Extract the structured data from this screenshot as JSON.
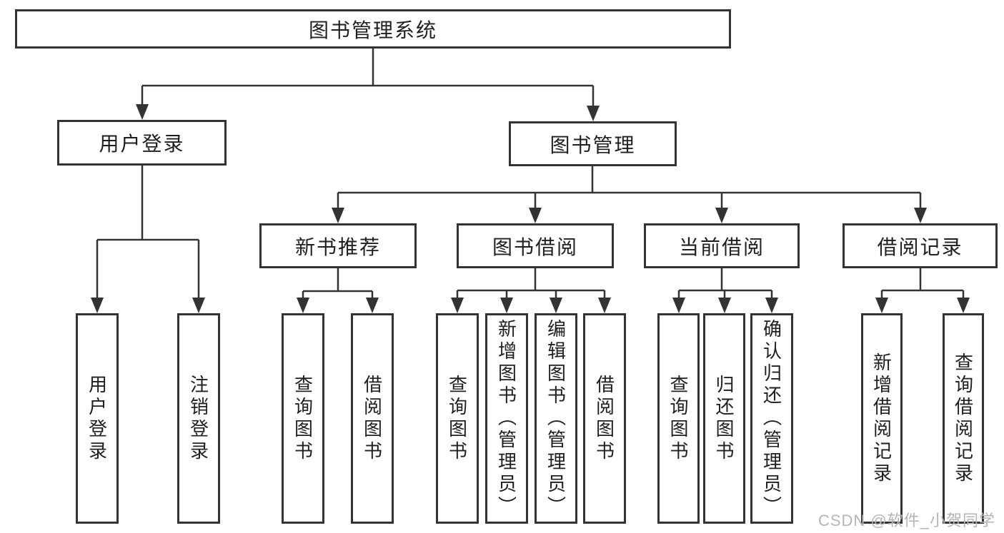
{
  "diagram": {
    "root": {
      "label": "图书管理系统"
    },
    "branches": [
      {
        "label": "用户登录",
        "children": [
          {
            "label": "用户登录"
          },
          {
            "label": "注销登录"
          }
        ]
      },
      {
        "label": "图书管理",
        "children": [
          {
            "label": "新书推荐",
            "children": [
              {
                "label": "查询图书"
              },
              {
                "label": "借阅图书"
              }
            ]
          },
          {
            "label": "图书借阅",
            "children": [
              {
                "label": "查询图书"
              },
              {
                "label": "新增图书（管理员）"
              },
              {
                "label": "编辑图书（管理员）"
              },
              {
                "label": "借阅图书"
              }
            ]
          },
          {
            "label": "当前借阅",
            "children": [
              {
                "label": "查询图书"
              },
              {
                "label": "归还图书"
              },
              {
                "label": "确认归还（管理员）"
              }
            ]
          },
          {
            "label": "借阅记录",
            "children": [
              {
                "label": "新增借阅记录"
              },
              {
                "label": "查询借阅记录"
              }
            ]
          }
        ]
      }
    ],
    "watermark": "CSDN @软件_小贺同学",
    "colors": {
      "line": "#333333",
      "text": "#1f1f1f",
      "background": "#ffffff",
      "watermark": "#b5b5b5"
    }
  }
}
